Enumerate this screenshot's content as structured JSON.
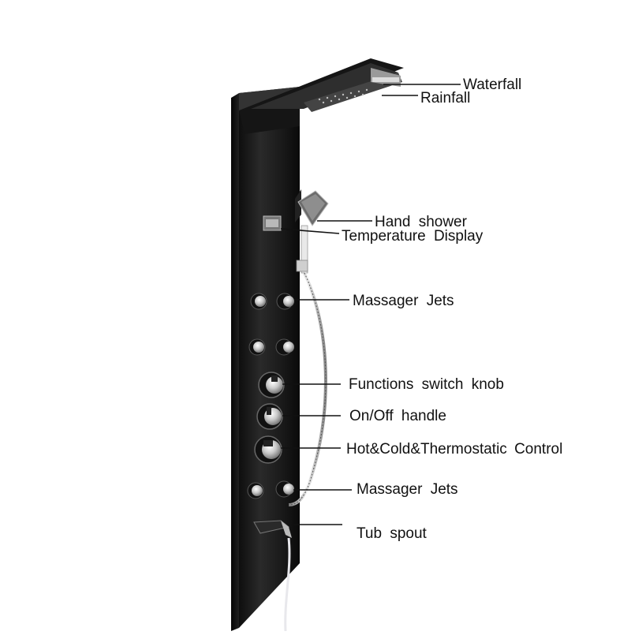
{
  "labels": {
    "waterfall": "Waterfall",
    "rainfall": "Rainfall",
    "hand_shower": "Hand shower",
    "temperature_display": "Temperature Display",
    "massager_jets_top": "Massager Jets",
    "functions_switch_knob": "Functions switch knob",
    "on_off_handle": "On/Off handle",
    "hot_cold_control": "Hot&Cold&Thermostatic Control",
    "massager_jets_bottom": "Massager Jets",
    "tub_spout": "Tub spout"
  },
  "colors": {
    "panel": "#1c1c1c",
    "chrome": "#dcdcdc",
    "label_text": "#111111"
  }
}
